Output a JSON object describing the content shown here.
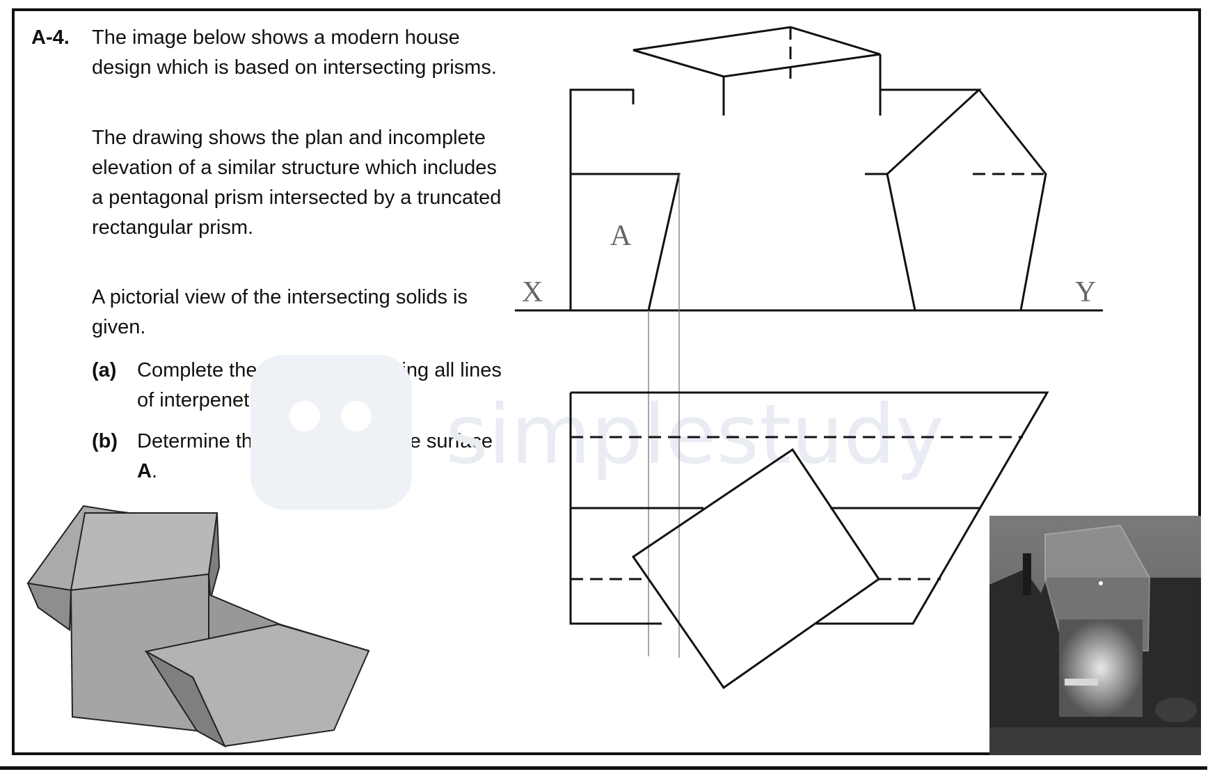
{
  "question": {
    "number": "A-4.",
    "intro": "The image below shows a modern house design which is based on intersecting prisms.",
    "description": "The drawing shows the plan and incomplete elevation of a similar structure which includes a pentagonal prism intersected by a truncated rectangular prism.",
    "pictorial_note": "A pictorial view of the intersecting solids is given.",
    "parts": [
      {
        "label": "(a)",
        "text": "Complete the elevation, showing all lines of interpenetration."
      },
      {
        "label": "(b)",
        "text_before": "Determine the true shape of the surface ",
        "text_bold": "A",
        "text_after": "."
      }
    ]
  },
  "drawing_labels": {
    "surface": "A",
    "xy_left": "X",
    "xy_right": "Y"
  },
  "watermark": "simplestudy",
  "colors": {
    "ink": "#111111",
    "label_grey": "#666666",
    "solid_light": "#b3b3b3",
    "solid_mid": "#9c9c9c",
    "solid_dark": "#858585",
    "photo_sky": "#6e6e6e",
    "watermark": "#e9ecf3"
  }
}
